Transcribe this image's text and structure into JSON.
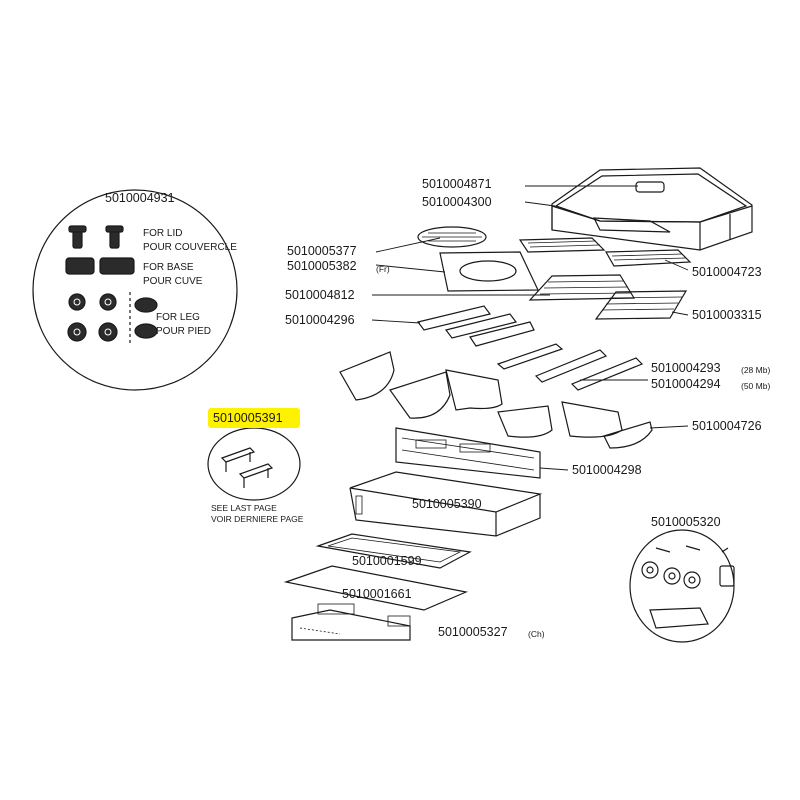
{
  "labels": {
    "p4931": "5010004931",
    "p4871": "5010004871",
    "p4300": "5010004300",
    "p5377": "5010005377",
    "p5382": "5010005382",
    "p5382_note": "(Fr)",
    "p4723": "5010004723",
    "p4812": "5010004812",
    "p3315": "5010003315",
    "p4296": "5010004296",
    "p4293": "5010004293",
    "p4293_note": "(28 Mb)",
    "p4294": "5010004294",
    "p4294_note": "(50 Mb)",
    "p5391": "5010005391",
    "p4726": "5010004726",
    "p4298": "5010004298",
    "p5390": "5010005390",
    "p1599": "5010001599",
    "p1661": "5010001661",
    "p5327": "5010005327",
    "p5327_note": "(Ch)",
    "p5320": "5010005320"
  },
  "kit_notes": {
    "lid_en": "FOR LID",
    "lid_fr": "POUR COUVERCLE",
    "base_en": "FOR BASE",
    "base_fr": "POUR CUVE",
    "leg_en": "FOR LEG",
    "leg_fr": "POUR PIED"
  },
  "see_last_page": {
    "en": "SEE LAST PAGE",
    "fr": "VOIR DERNIERE PAGE"
  },
  "colors": {
    "highlight": "#fff200",
    "line": "#1a1a1a"
  }
}
